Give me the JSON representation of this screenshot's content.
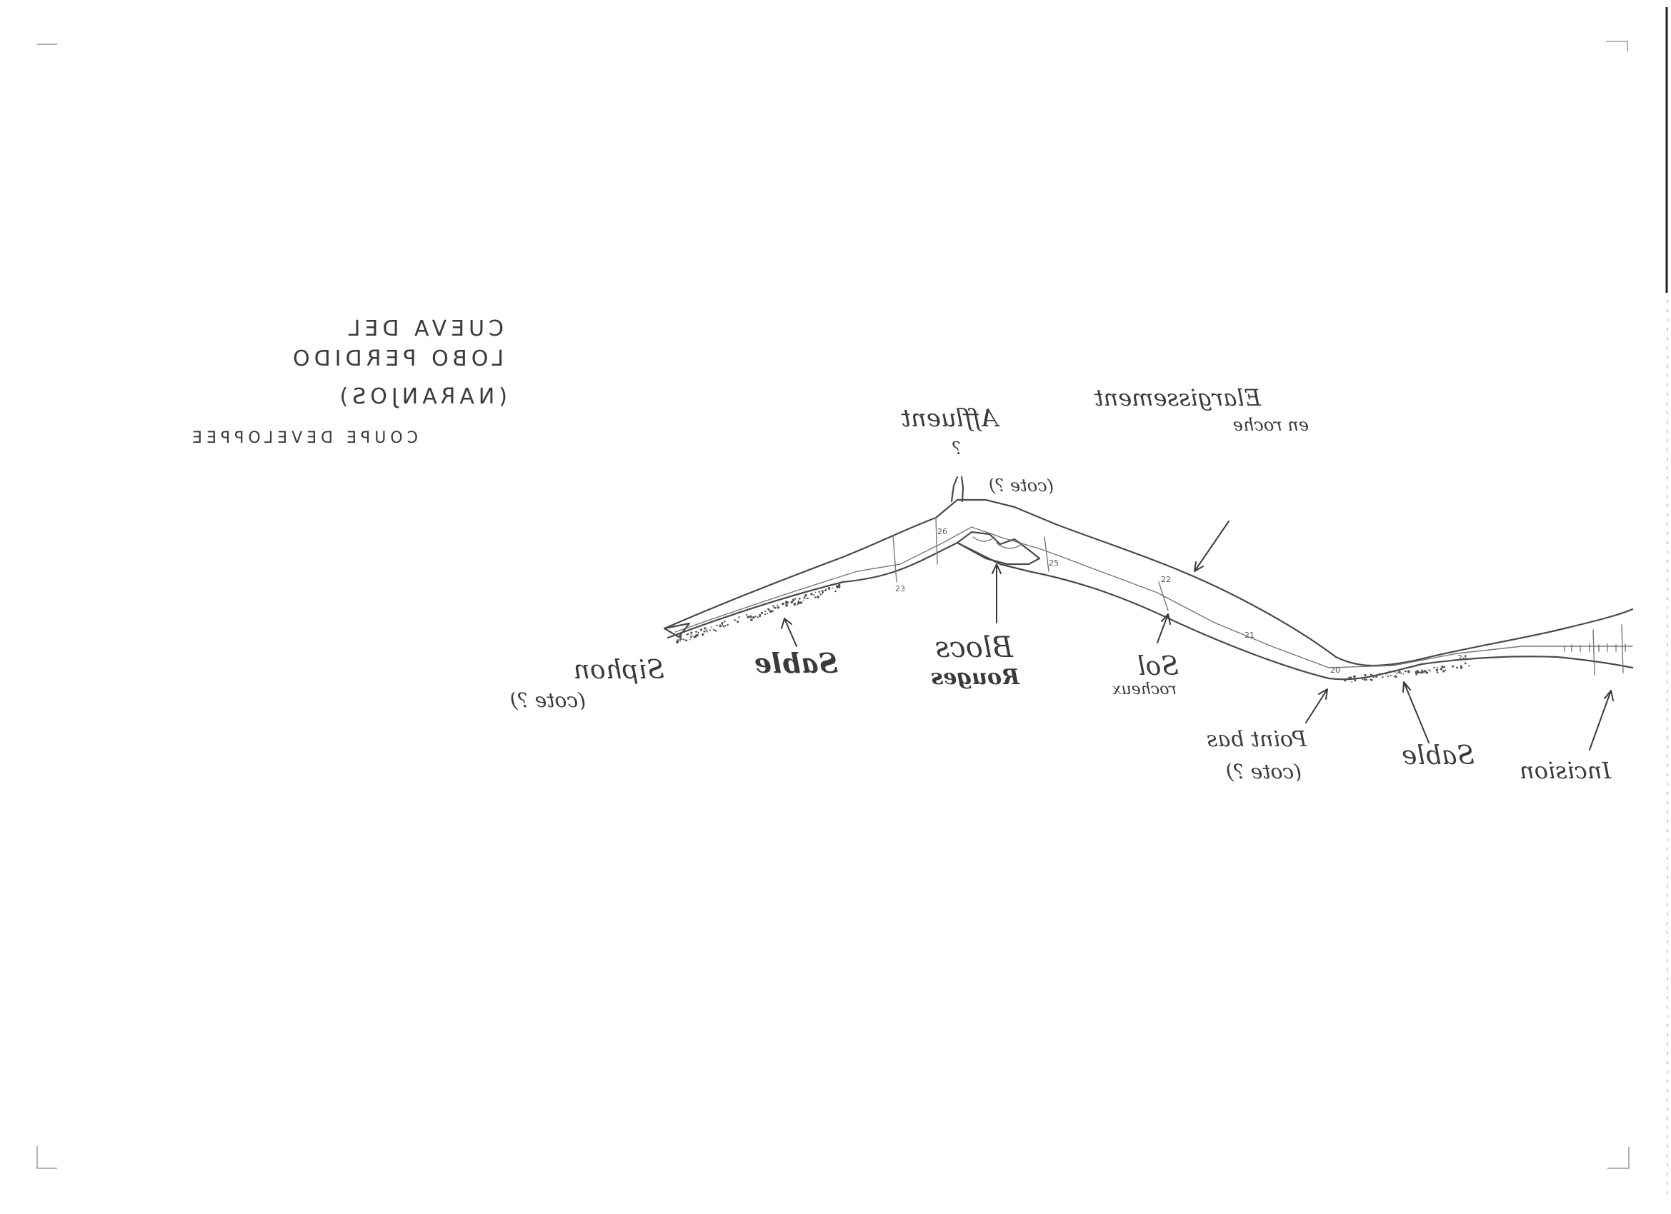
{
  "title": {
    "line1": "CUEVA DEL",
    "line2": "LOBO PERDIDO",
    "line3": "(NARANJOS)"
  },
  "subtitle": "COUPE DEVELOPPEE",
  "labels": {
    "affluent": "Affluent",
    "affluent_q": "?",
    "cote_top": "(cote ?)",
    "elargissement": "Elargissement",
    "en_roche": "en roche",
    "siphon": "Siphon",
    "siphon_cote": "(cote ?)",
    "sable_left": "Sable",
    "blocs": "Blocs",
    "rouges": "Rouges",
    "sol": "Sol",
    "rocheux": "rocheux",
    "point_bas": "Point bas",
    "point_bas_cote": "(cote ?)",
    "sable_right": "Sable",
    "incision": "Incision"
  },
  "stations": [
    "23",
    "26",
    "25",
    "22",
    "21",
    "20",
    "24"
  ]
}
